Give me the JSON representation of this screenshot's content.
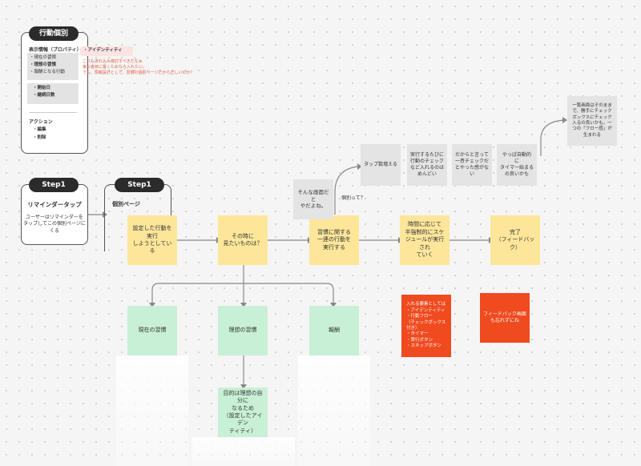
{
  "legend_card": {
    "title": "行動個別",
    "section1_title": "表示情報（プロパティ）",
    "section1_items": [
      "・現在の習慣",
      "・理想の習慣",
      "・報酬となる行動"
    ],
    "section2_items": [
      "・開始日",
      "・継続日数"
    ],
    "section3_title": "アクション",
    "section3_items": [
      "・編集",
      "・削除"
    ]
  },
  "identity_note": {
    "label": "・アイデンティティ",
    "comment": "これもあれ込み検討すべきだなぁ\n第三者目に置くためなら入れたい。\nでも、情報設計として、習慣の個別ページだから正しいのか？"
  },
  "step_left": {
    "badge": "Step1",
    "title": "リマインダータップ",
    "desc": "ユーザーはリマインダーを\nタップしてこの個別ページに\nくる"
  },
  "step_right": {
    "badge": "Step1",
    "title": "個別ページ"
  },
  "flow": {
    "y1": "設定した行動を実行\nしようとしている",
    "y2": "その時に\n見たいものは？",
    "y3": "習慣に関する\n一連の行動を\n実行する",
    "y4": "時間に応じて\n半強制的にスケ\nジュールが実行され\nていく",
    "y5": "完了\n（フィードバック）"
  },
  "outcomes": {
    "g1": "現在の習慣",
    "g2": "理想の習慣",
    "g3": "報酬",
    "g4": "目的は理想の自分に\nなるため\n（設定したアイデン\nティティ）"
  },
  "notes": {
    "n1": "そんな画面だと\nやだよね。",
    "n1_question": "個別って？",
    "n2": "タップ数増える",
    "n3": "実行するたびに\n行動のチェック\nなど入れるのは\nめんどい",
    "n4": "だからと言って\n一斉チェックだ\nとやった感がな\nい",
    "n5": "やっぱ自動的\nに\nタイマー始まる\nの良いかも",
    "n6": "一覧画面はそのまま\nで、勝手にチェック\nボックスにチェック\n入るの良いかも。一\nつの「フロー感」が\n生まれる"
  },
  "red_notes": {
    "r1": "入れる要素としては\n・アイデンティティ\n・行動フロー\n（チェックボックス\n付き）\n・タイマー\n・実行ボタン\n・スキップボタン",
    "r2": "フィードバック画面\nも忘れずにね"
  },
  "colors": {
    "yellow": "#fde69a",
    "green": "#c8f0d6",
    "gray": "#e4e4e4",
    "red": "#f04a1f",
    "pill": "#2b2b2b"
  }
}
